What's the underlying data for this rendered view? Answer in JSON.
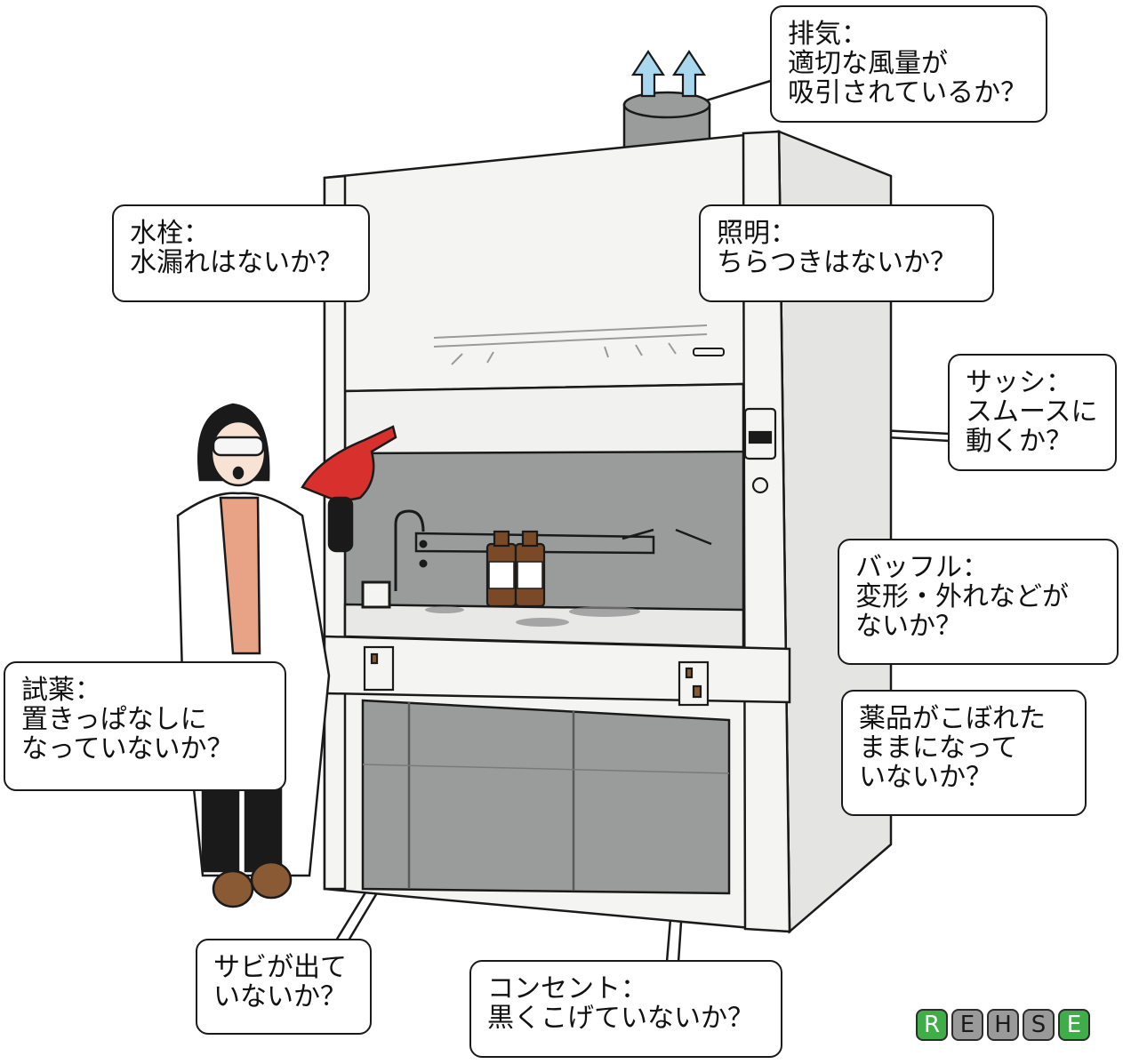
{
  "callouts": {
    "exhaust": {
      "line1": "排気：",
      "line2": "適切な風量が",
      "line3": "吸引されているか？"
    },
    "faucet": {
      "line1": "水栓：",
      "line2": "水漏れはないか？"
    },
    "lighting": {
      "line1": "照明：",
      "line2": "ちらつきはないか？"
    },
    "sash": {
      "line1": "サッシ：",
      "line2": "スムースに",
      "line3": "動くか？"
    },
    "baffle": {
      "line1": "バッフル：",
      "line2": "変形・外れなどが",
      "line3": "ないか？"
    },
    "reagent": {
      "line1": "試薬：",
      "line2": "置きっぱなしに",
      "line3": "なっていないか？"
    },
    "spill": {
      "line1": "薬品がこぼれた",
      "line2": "ままになって",
      "line3": "いないか？"
    },
    "rust": {
      "line1": "サビが出て",
      "line2": "いないか？"
    },
    "outlet": {
      "line1": "コンセント：",
      "line2": "黒くこげていないか？"
    }
  },
  "logo": {
    "letters": [
      {
        "char": "R",
        "color": "#3fae49"
      },
      {
        "char": "E",
        "color": "#9a9a9a"
      },
      {
        "char": "H",
        "color": "#9a9a9a"
      },
      {
        "char": "S",
        "color": "#9a9a9a"
      },
      {
        "char": "E",
        "color": "#3fae49"
      }
    ]
  },
  "colors": {
    "outline": "#1a1a1a",
    "cabinet": "#f4f4f2",
    "interior": "#9a9c9c",
    "exhaust_arrow": "#a9d8ee",
    "glove": "#d8302c",
    "bottle": "#7a4a28",
    "rust": "#8a5a35"
  }
}
